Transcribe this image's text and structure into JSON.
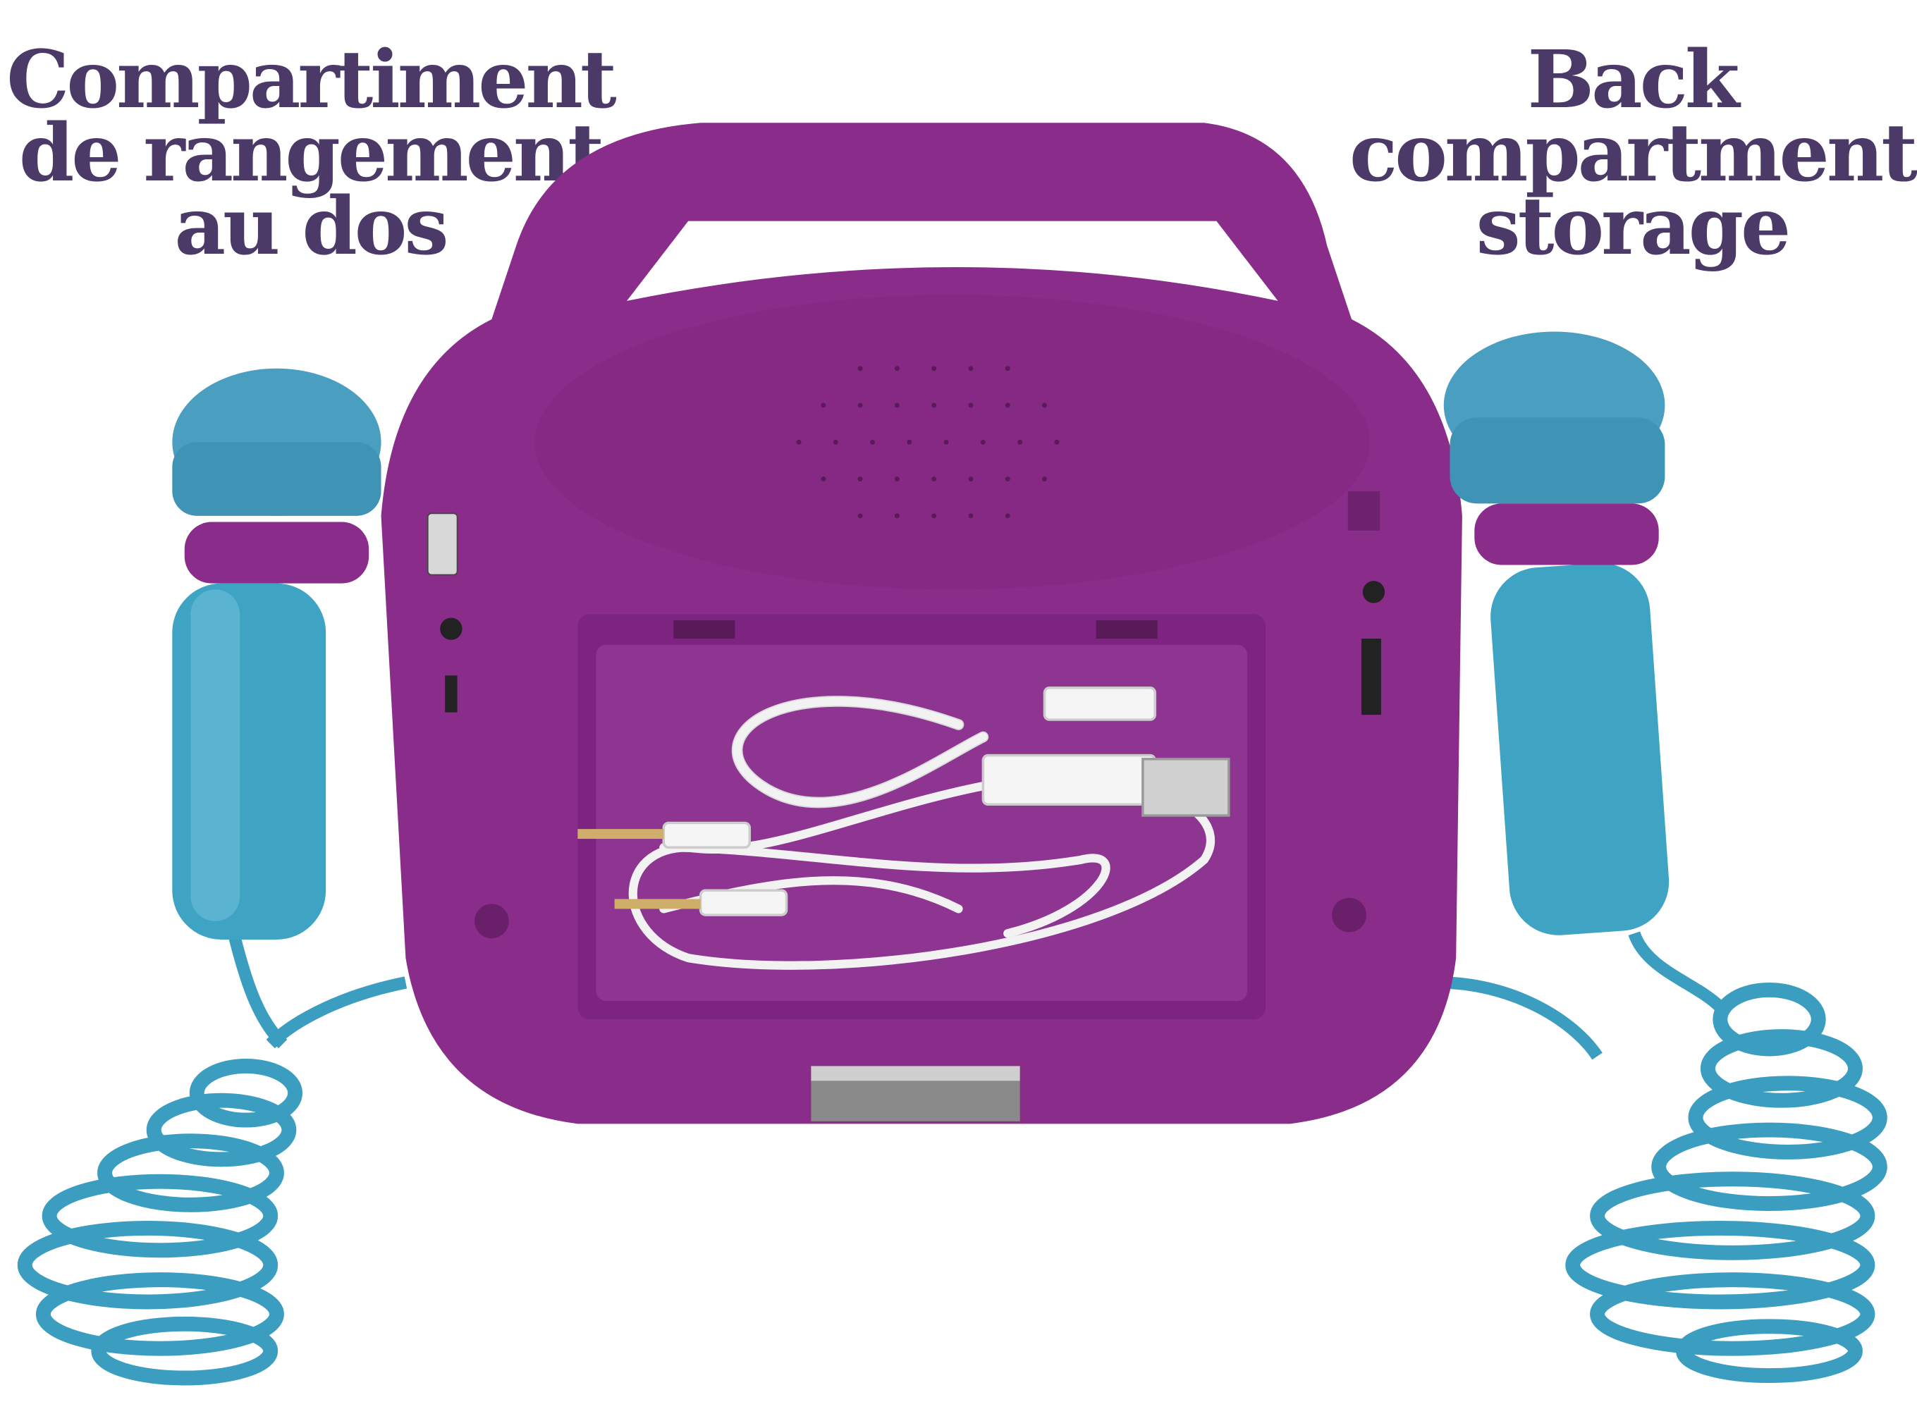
{
  "captions": {
    "left": [
      "Compartiment",
      "de rangement",
      "au dos"
    ],
    "right": [
      "Back",
      "compartment",
      "storage"
    ]
  },
  "colors": {
    "text": "#4b3a68",
    "body": "#8a2c89",
    "compartment": "#7d2480",
    "microphone": "#3b9dbf",
    "cable": "#f2f2f2"
  }
}
